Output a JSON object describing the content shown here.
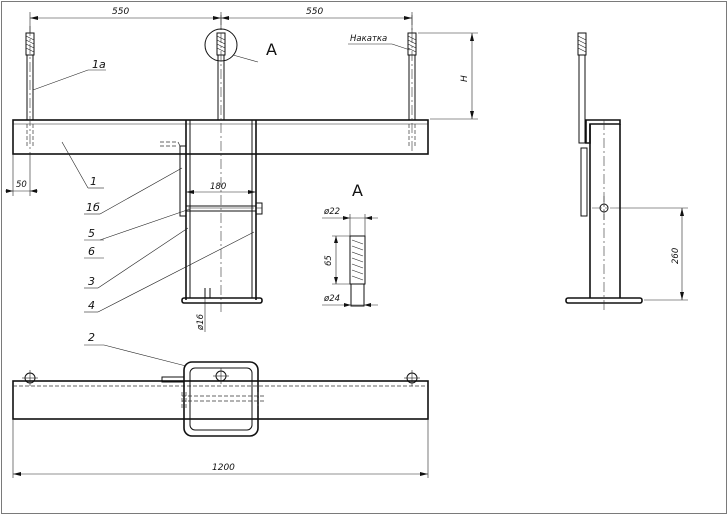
{
  "dimensions": {
    "top_left_span": "550",
    "top_right_span": "550",
    "offset_left": "50",
    "inner_width": "180",
    "rod_dia": "ø16",
    "total_length": "1200",
    "side_height": "260",
    "bolt_height": "H"
  },
  "labels": {
    "knurling": "Накатка",
    "view_callout": "A",
    "view_title": "A"
  },
  "detail_a": {
    "dia_top": "ø22",
    "length": "65",
    "dia_bottom": "ø24"
  },
  "part_numbers": {
    "p1a": "1а",
    "p1": "1",
    "p1b": "1б",
    "p5": "5",
    "p6": "6",
    "p3": "3",
    "p4": "4",
    "p2": "2"
  }
}
